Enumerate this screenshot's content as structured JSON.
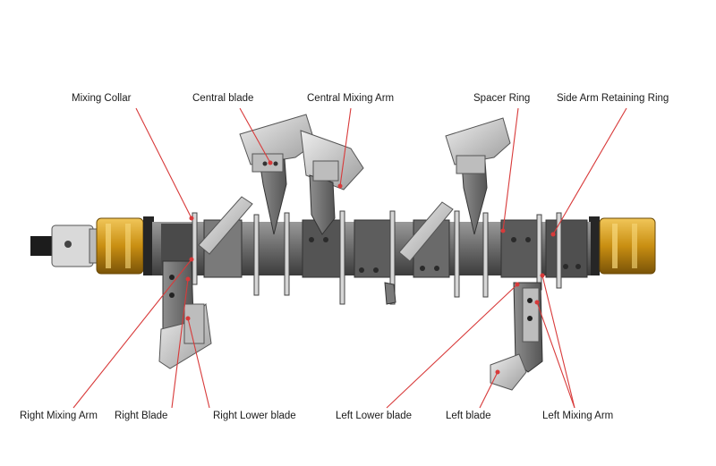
{
  "colors": {
    "leader": "#d83a3a",
    "marker": "#d83a3a",
    "shaft": "#6f6f6f",
    "shaft_dark": "#3e3e3e",
    "gold": "#d9a21f",
    "blade": "#cfcfcf",
    "blade_dark": "#8a8a8a"
  },
  "labels": {
    "mixing_collar": "Mixing Collar",
    "central_blade": "Central blade",
    "central_mixing_arm": "Central Mixing Arm",
    "spacer_ring": "Spacer Ring",
    "side_arm_retaining_ring": "Side Arm Retaining Ring",
    "right_mixing_arm": "Right Mixing Arm",
    "right_blade": "Right Blade",
    "right_lower_blade": "Right Lower blade",
    "left_lower_blade": "Left Lower blade",
    "left_blade": "Left blade",
    "left_mixing_arm": "Left Mixing Arm"
  }
}
